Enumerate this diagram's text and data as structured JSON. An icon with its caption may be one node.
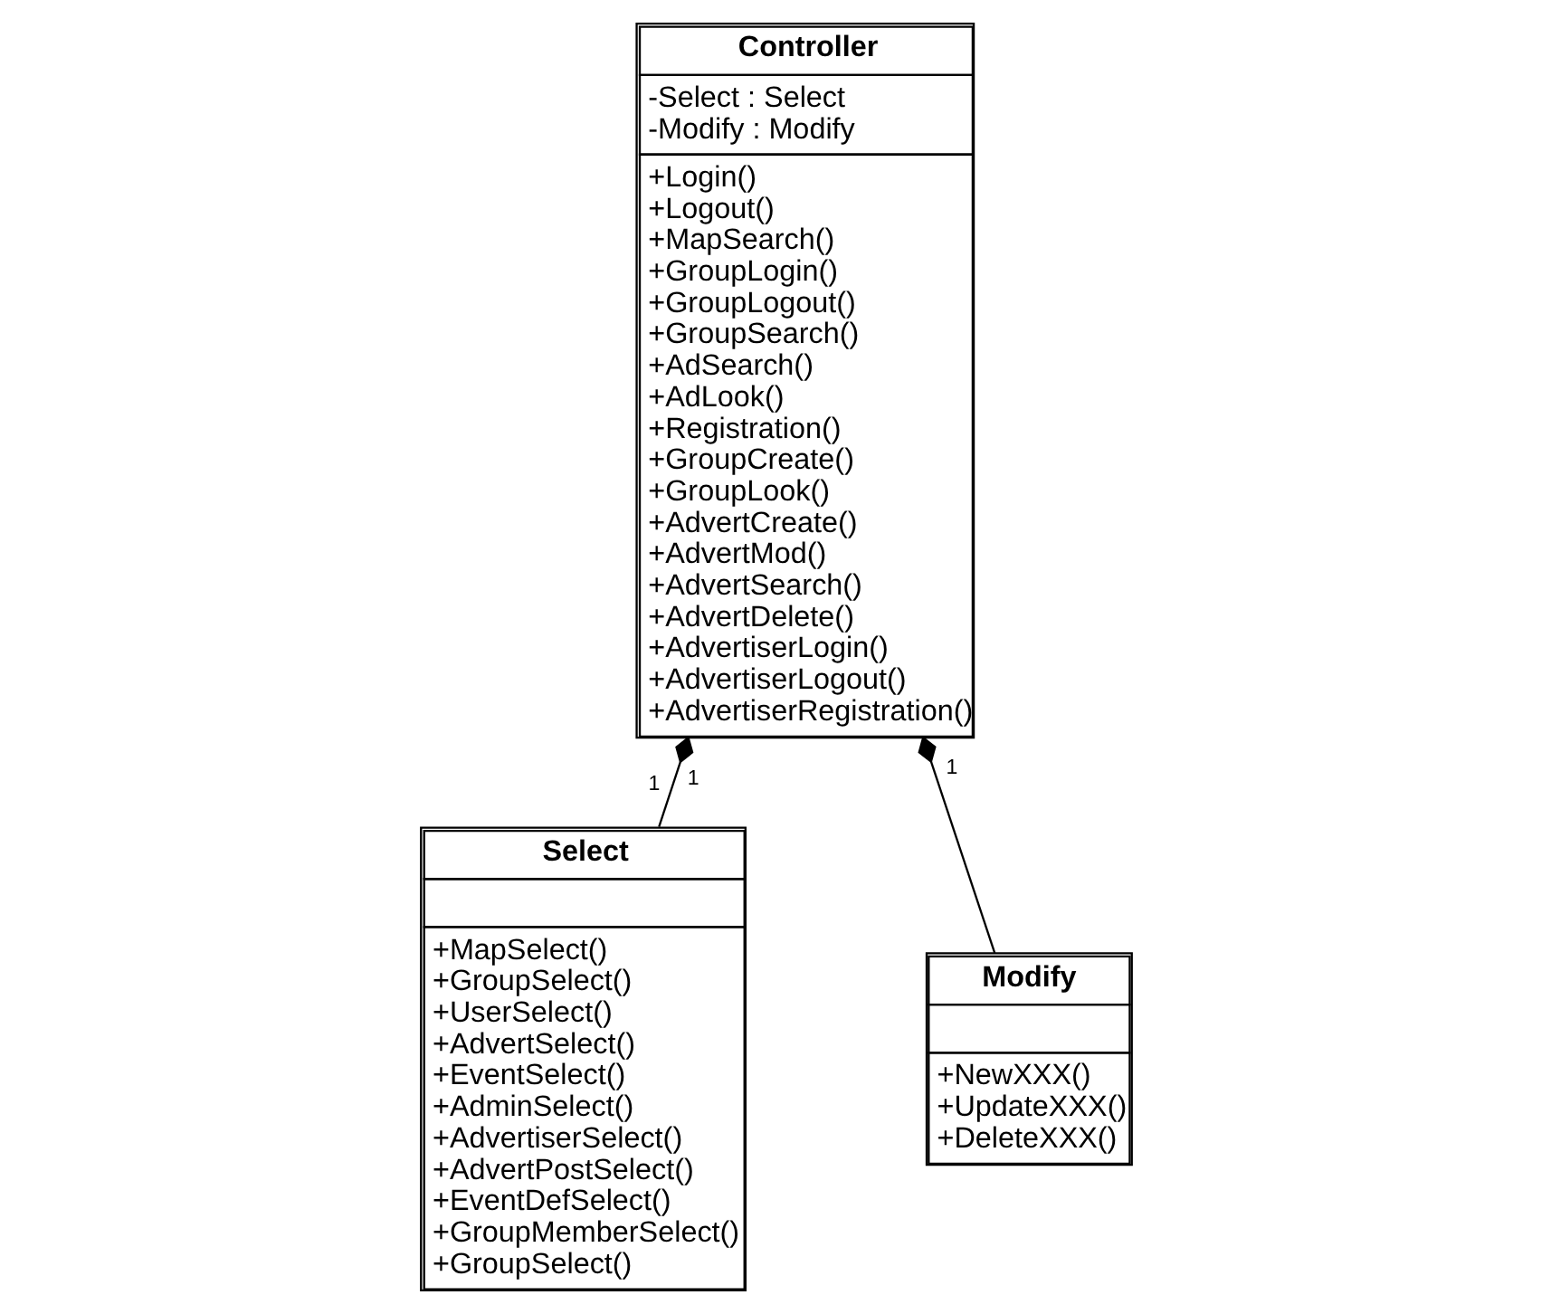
{
  "diagram": {
    "nodes": [
      {
        "text": [
          "Controller",
          "-Select : Select",
          "-Modify : Modify",
          "+Login()",
          "+Logout()",
          "+MapSearch()",
          "+GroupLogin()",
          "+GroupLogout()",
          "+GroupSearch()",
          "+AdSearch()",
          "+AdLook()",
          "+Registration()",
          "+GroupCreate()",
          "+GroupLook()",
          "+AdvertCreate()",
          "+AdvertMod()",
          "+AdvertSearch()",
          "+AdvertDelete()",
          "+AdvertiserLogin()",
          "+AdvertiserLogout()",
          "+AdvertiserRegistration()"
        ]
      },
      {
        "text": [
          "Select",
          "+MapSelect()",
          "+GroupSelect()",
          "+UserSelect()",
          "+AdvertSelect()",
          "+EventSelect()",
          "+AdminSelect()",
          "+AdvertiserSelect()",
          "+AdvertPostSelect()",
          "+EventDefSelect()",
          "+GroupMemberSelect()",
          "+GroupSelect()"
        ]
      },
      {
        "text": [
          "Modify",
          "+NewXXX()",
          "+UpdateXXX()",
          "+DeleteXXX()"
        ]
      }
    ],
    "edges": [
      {
        "from": 1,
        "to": 0,
        "arrow": "other"
      },
      {
        "from": 2,
        "to": 0,
        "arrow": "other"
      }
    ],
    "labels": [
      "1",
      "1",
      "1"
    ]
  }
}
